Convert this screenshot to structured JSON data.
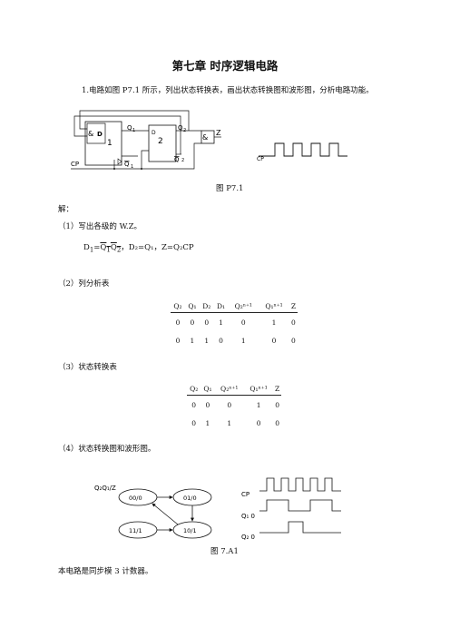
{
  "title": "第七章  时序逻辑电路",
  "problem": "1.电路如图 P7.1 所示，列出状态转换表，画出状态转换图和波形图，分析电路功能。",
  "fig1": {
    "caption": "图 P7.1",
    "ff1_label": "1",
    "ff2_label": "2",
    "and_label": "&",
    "d_label": "D",
    "d1_label": "D",
    "q1_label": "Q",
    "q1_sub": "1",
    "q1n_label": "Q",
    "q1n_sub": "1",
    "q2_label": "Q",
    "q2_sub": "2",
    "q2n_label": "Q",
    "q2n_sub": "2",
    "z_label": "Z",
    "cp_label": "CP",
    "cp_wave_label": "CP"
  },
  "solution_label": "解：",
  "step1": "（1）写出各级的 W.Z。",
  "eq": {
    "d1_lhs": "D",
    "d1_sub": "1",
    "eq_sign": "=",
    "d1_rhs": "Q",
    "d1_rhs2": "Q",
    "d1_rhs_sub1": "1",
    "d1_rhs_sub2": "2",
    "rest": "，D₂=Q₁，Z=Q₂CP"
  },
  "step2": "（2）列分析表",
  "table1": {
    "headers": [
      "Q₂",
      "Q₁",
      "D₂",
      "D₁",
      "Q₂ⁿ⁺¹",
      "Q₁ⁿ⁺¹",
      "Z"
    ],
    "rows": [
      [
        "0",
        "0",
        "0",
        "1",
        "0",
        "1",
        "0"
      ],
      [
        "0",
        "1",
        "1",
        "0",
        "1",
        "0",
        "0"
      ]
    ]
  },
  "step3": "（3）状态转换表",
  "table2": {
    "headers": [
      "Q₂",
      "Q₁",
      "Q₂ⁿ⁺¹",
      "Q₁ⁿ⁺¹",
      "Z"
    ],
    "rows": [
      [
        "0",
        "0",
        "0",
        "1",
        "0"
      ],
      [
        "0",
        "1",
        "1",
        "0",
        "0"
      ]
    ]
  },
  "step4": "（4）状态转换图和波形图。",
  "fig2": {
    "legend": "Q₂Q₁/Z",
    "states": [
      "00/0",
      "01/0",
      "10/1",
      "11/1"
    ],
    "wave_cp": "CP",
    "wave_q1": "Q₁ 0",
    "wave_q2": "Q₂ 0",
    "caption": "图 7.A1"
  },
  "conclusion": "本电路是同步模 3 计数器。"
}
